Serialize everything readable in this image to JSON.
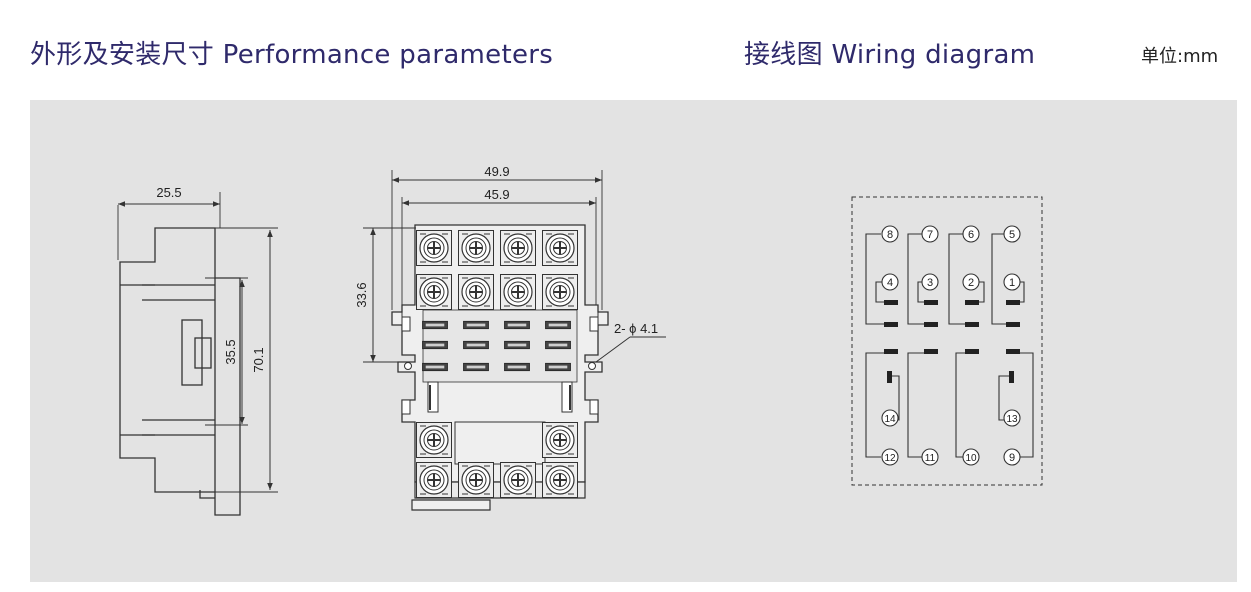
{
  "header": {
    "outline_title": "外形及安装尺寸 Performance parameters",
    "wiring_title": "接线图 Wiring diagram",
    "unit": "单位:mm"
  },
  "side_view": {
    "dim_width": "25.5",
    "dim_inner_height": "35.5",
    "dim_total_height": "70.1"
  },
  "front_view": {
    "dim_overall_width": "49.9",
    "dim_inner_width": "45.9",
    "dim_terminal_height": "33.6",
    "hole_label": "2- ϕ 4.1"
  },
  "wiring": {
    "top_terminals": [
      "8",
      "7",
      "6",
      "5"
    ],
    "middle_terminals": [
      "4",
      "3",
      "2",
      "1"
    ],
    "coil_terminals": [
      "14",
      "13"
    ],
    "bottom_terminals": [
      "12",
      "11",
      "10",
      "9"
    ]
  },
  "colors": {
    "title": "#2f2a6b",
    "panel": "#e3e3e3",
    "line": "#333333"
  }
}
